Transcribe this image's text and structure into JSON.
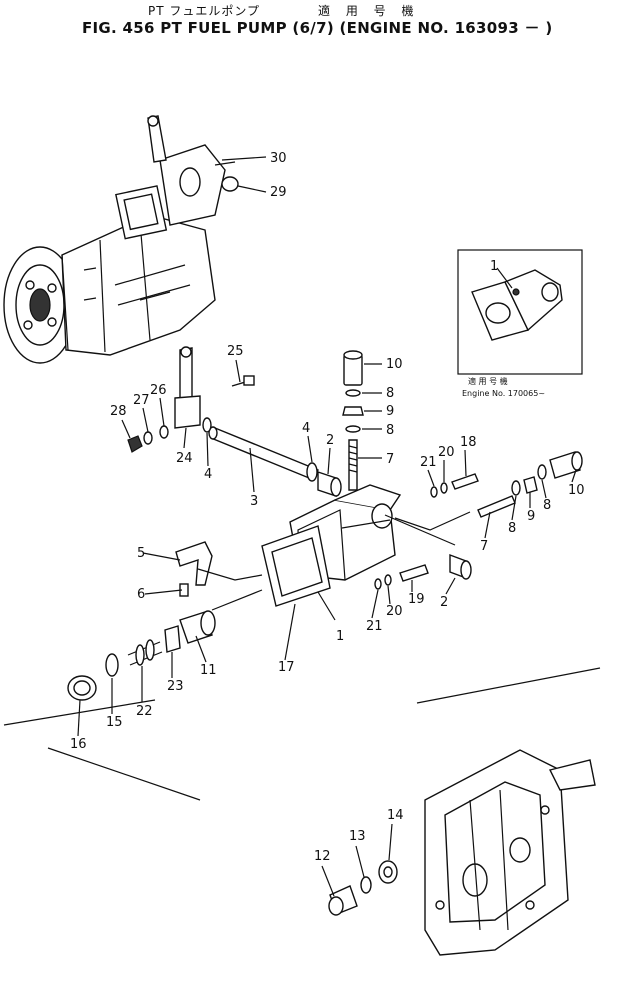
{
  "title": {
    "jp_left": "PT フュエルポンプ",
    "jp_right": "適 用 号 機",
    "en": "FIG. 456  PT FUEL PUMP (6/7)  (ENGINE NO. 163093 －  )"
  },
  "inset": {
    "label_jp": "適 用 号 機",
    "label_en": "Engine No. 170065~",
    "part_number": "1"
  },
  "callouts": [
    "1",
    "2",
    "2",
    "3",
    "4",
    "4",
    "5",
    "6",
    "7",
    "7",
    "8",
    "8",
    "8",
    "8",
    "9",
    "9",
    "10",
    "10",
    "11",
    "12",
    "13",
    "14",
    "15",
    "16",
    "17",
    "18",
    "19",
    "20",
    "20",
    "21",
    "21",
    "22",
    "23",
    "24",
    "25",
    "26",
    "27",
    "28",
    "29",
    "30"
  ]
}
